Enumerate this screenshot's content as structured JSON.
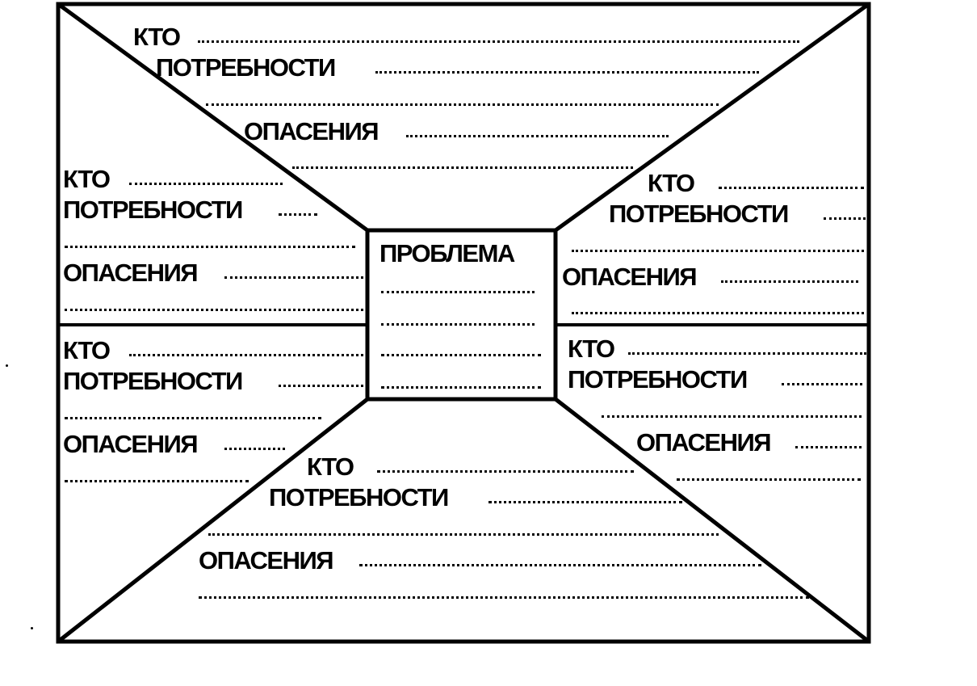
{
  "labels": {
    "who": "КТО",
    "needs": "ПОТРЕБНОСТИ",
    "fears": "ОПАСЕНИЯ",
    "problem": "ПРОБЛЕМА"
  },
  "sections": [
    {
      "id": "top"
    },
    {
      "id": "left-upper"
    },
    {
      "id": "right-upper"
    },
    {
      "id": "left-lower"
    },
    {
      "id": "right-lower"
    },
    {
      "id": "bottom"
    }
  ]
}
